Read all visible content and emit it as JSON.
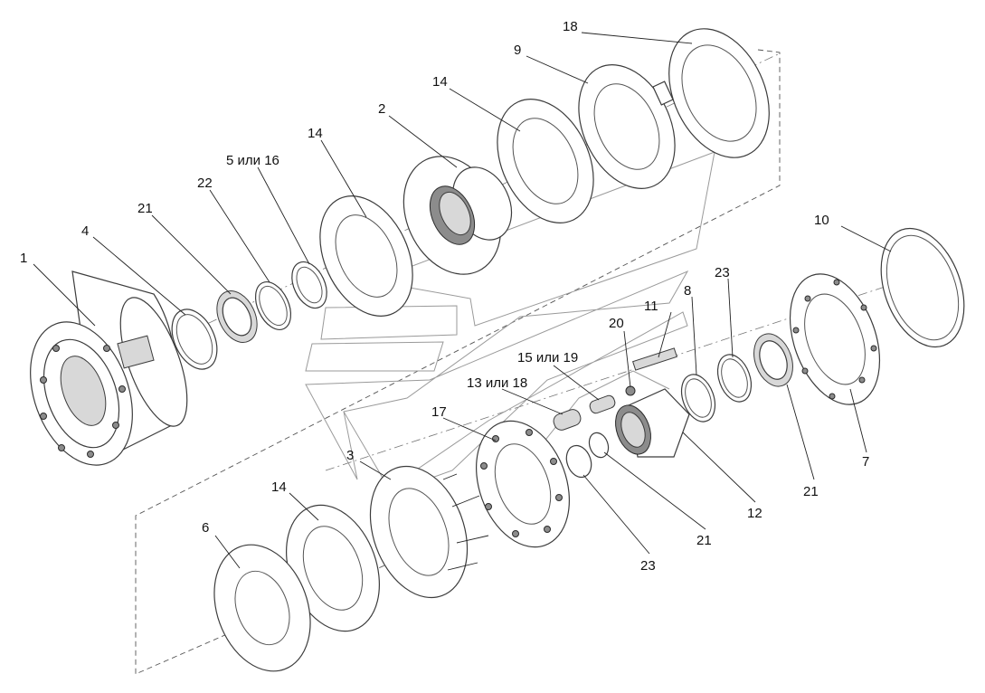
{
  "callouts": [
    {
      "id": "c1",
      "text": "1"
    },
    {
      "id": "c4",
      "text": "4"
    },
    {
      "id": "c21a",
      "text": "21"
    },
    {
      "id": "c22",
      "text": "22"
    },
    {
      "id": "c5_16",
      "text": "5 или 16"
    },
    {
      "id": "c14a",
      "text": "14"
    },
    {
      "id": "c2",
      "text": "2"
    },
    {
      "id": "c14b",
      "text": "14"
    },
    {
      "id": "c9",
      "text": "9"
    },
    {
      "id": "c18a",
      "text": "18"
    },
    {
      "id": "c10",
      "text": "10"
    },
    {
      "id": "c23a",
      "text": "23"
    },
    {
      "id": "c8",
      "text": "8"
    },
    {
      "id": "c11",
      "text": "11"
    },
    {
      "id": "c20",
      "text": "20"
    },
    {
      "id": "c15_19",
      "text": "15 или 19"
    },
    {
      "id": "c13_18",
      "text": "13 или 18"
    },
    {
      "id": "c17",
      "text": "17"
    },
    {
      "id": "c3",
      "text": "3"
    },
    {
      "id": "c14c",
      "text": "14"
    },
    {
      "id": "c6",
      "text": "6"
    },
    {
      "id": "c7",
      "text": "7"
    },
    {
      "id": "c21b",
      "text": "21"
    },
    {
      "id": "c12",
      "text": "12"
    },
    {
      "id": "c21c",
      "text": "21"
    },
    {
      "id": "c23b",
      "text": "23"
    }
  ]
}
